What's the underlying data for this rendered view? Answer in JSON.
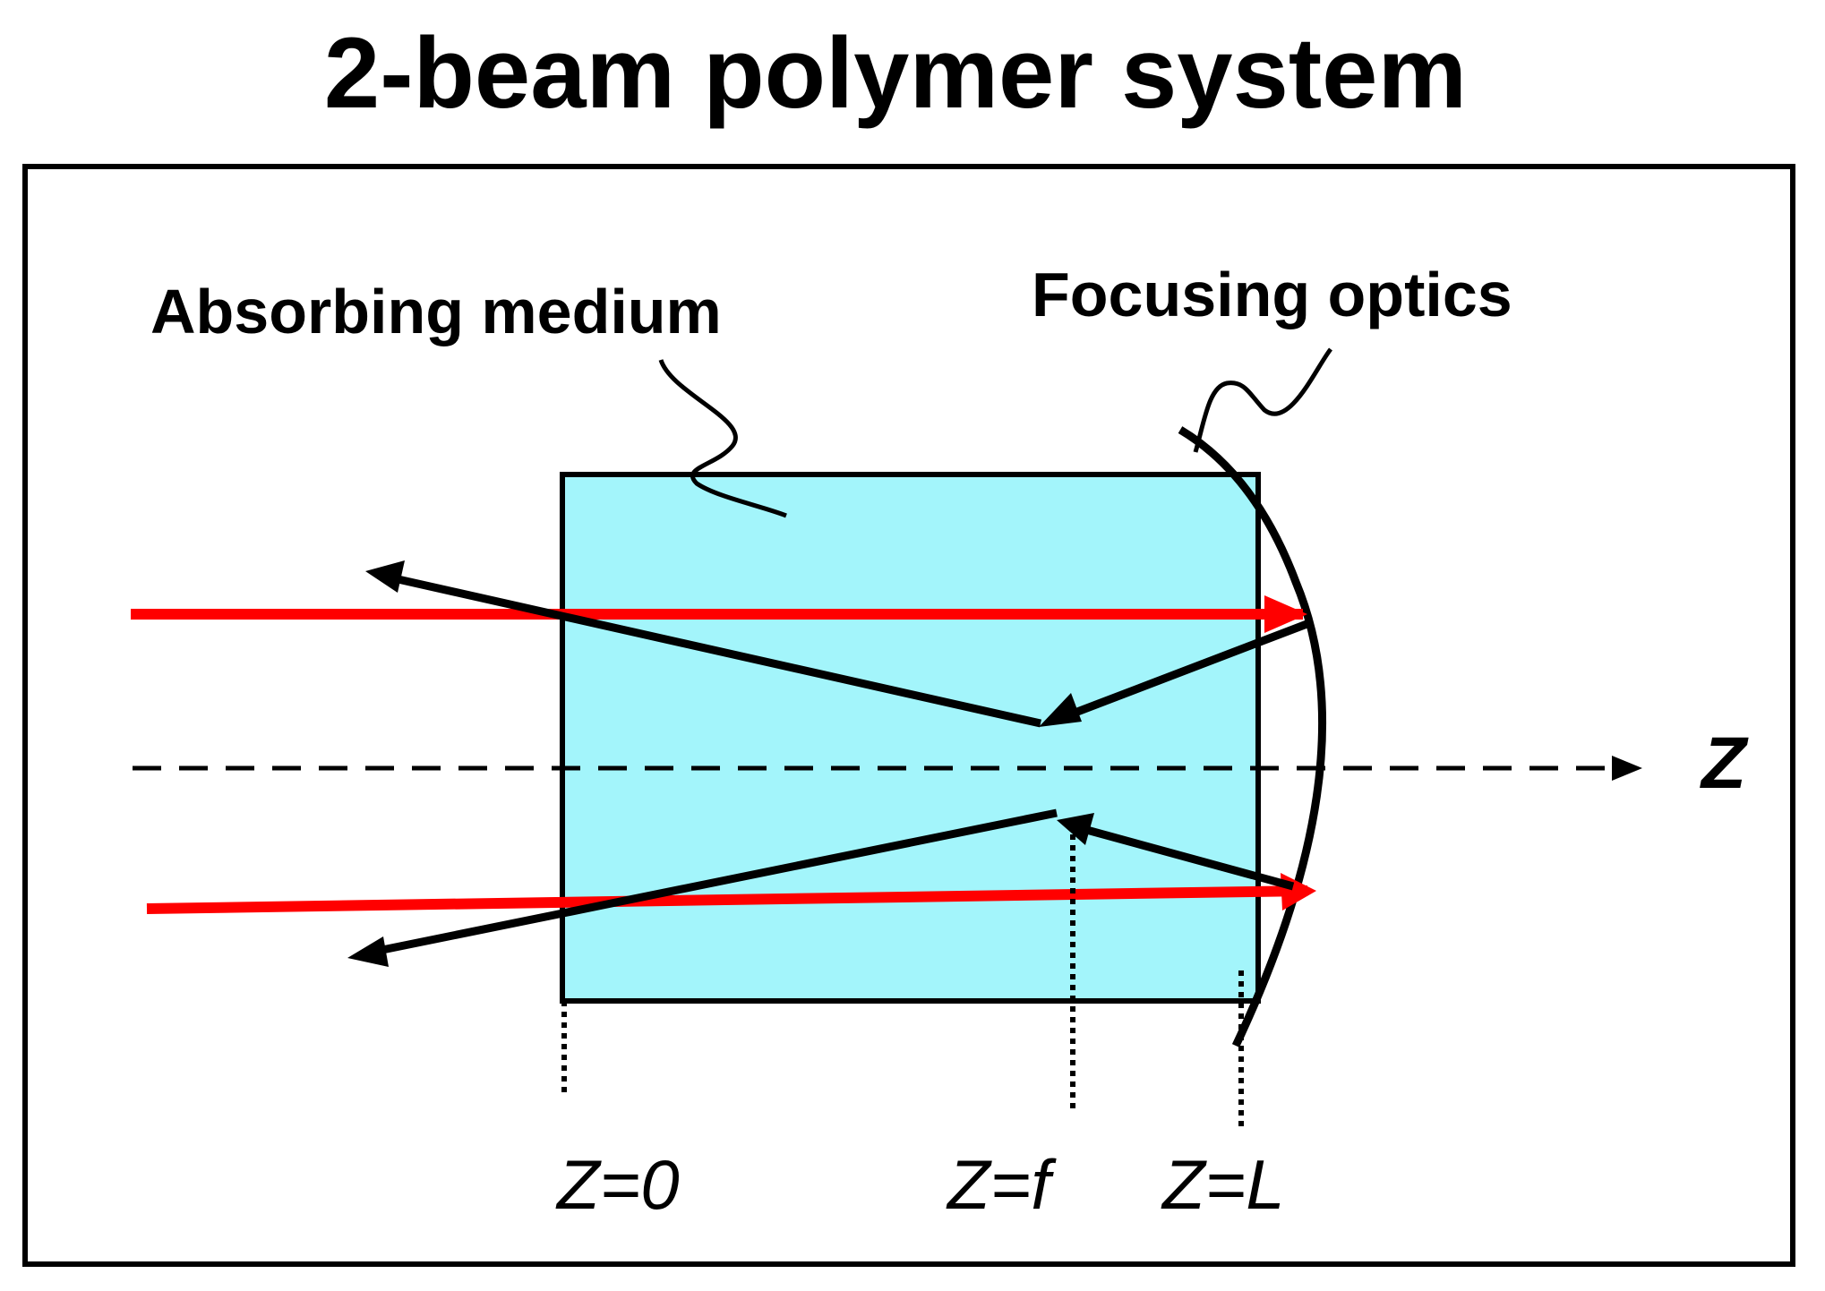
{
  "title": "2-beam polymer system",
  "labels": {
    "absorbing_medium": "Absorbing medium",
    "focusing_optics": "Focusing optics",
    "axis": "Z",
    "z0": "Z=0",
    "zf": "Z=f",
    "zl": "Z=L"
  },
  "colors": {
    "medium_fill": "#a3f5fb",
    "beam_in": "#ff0000",
    "beam_out": "#000000",
    "background": "#ffffff"
  }
}
